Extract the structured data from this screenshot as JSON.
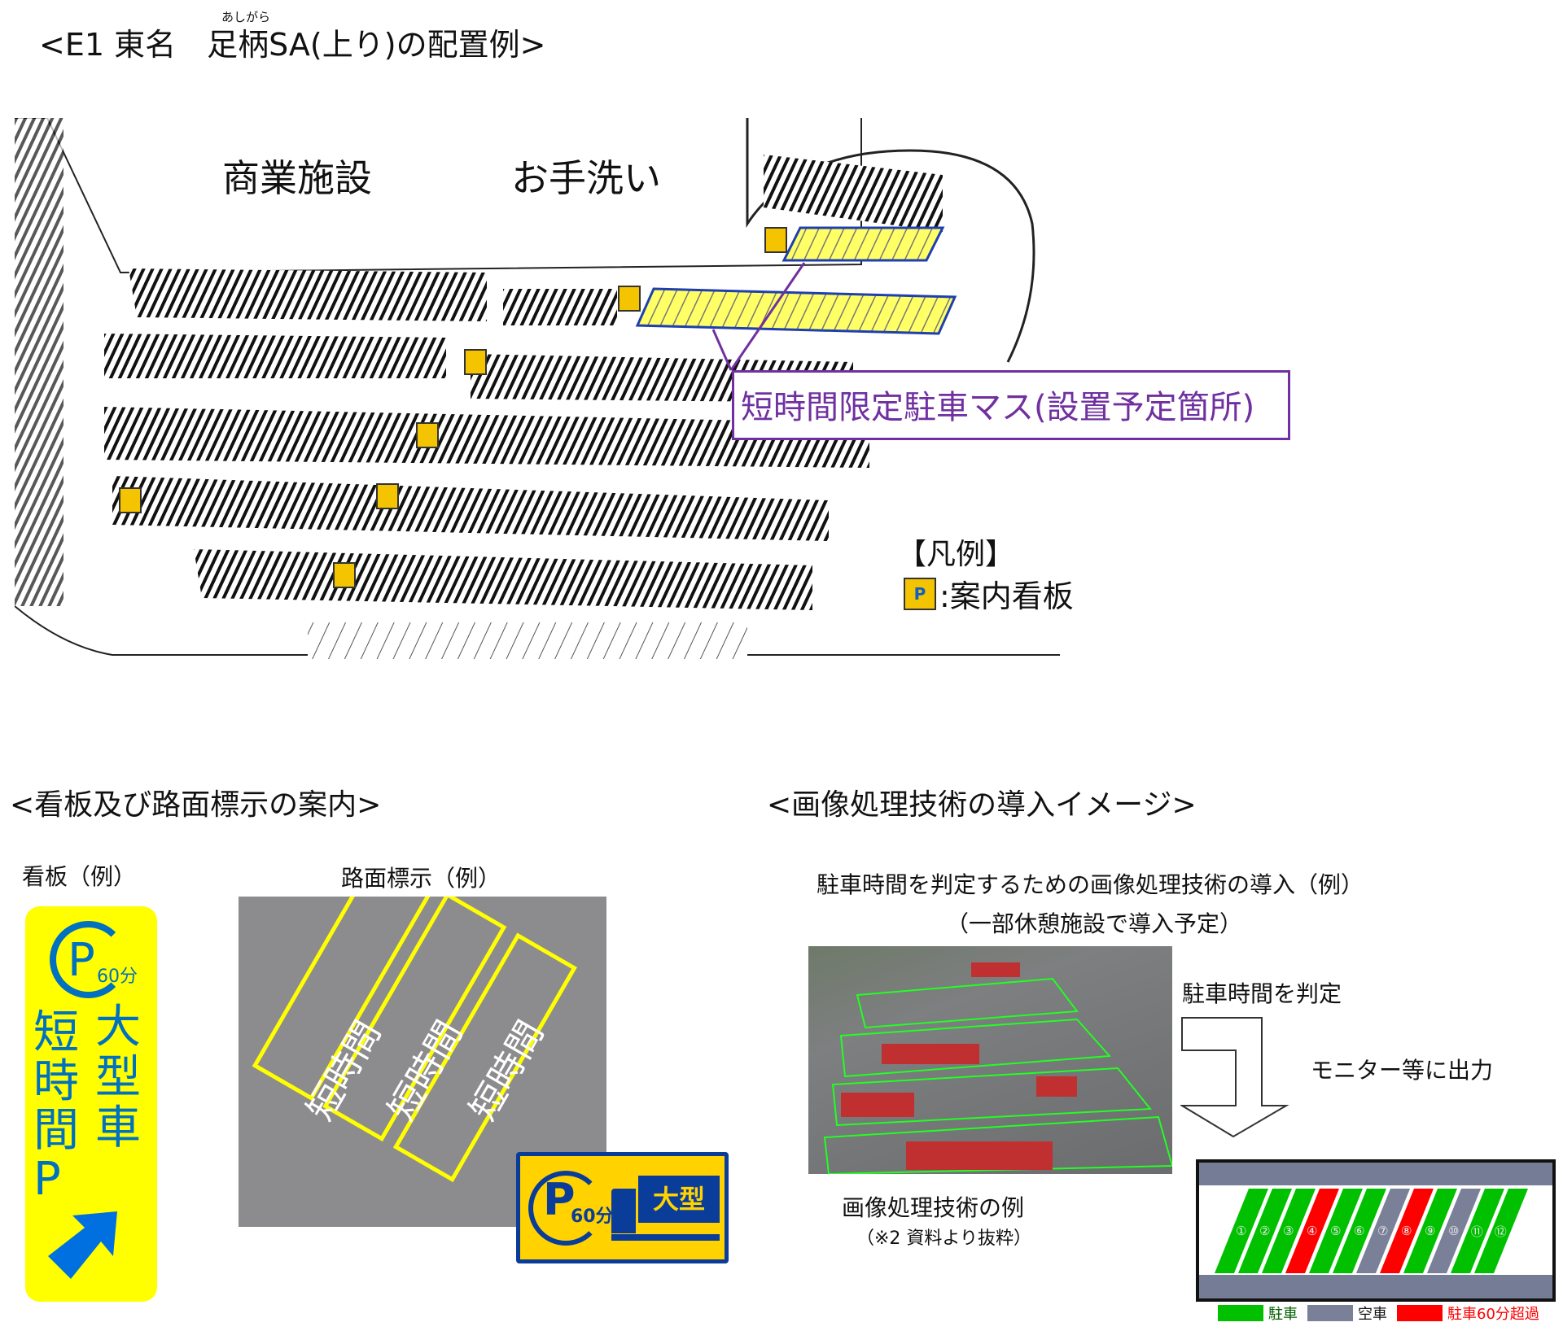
{
  "title": {
    "main": "<E1 東名　足柄SA(上り)の配置例>",
    "ruby": "あしがら"
  },
  "map": {
    "labels": {
      "commercial": "商業施設",
      "restroom": "お手洗い"
    },
    "callout": "短時間限定駐車マス(設置予定箇所)",
    "callout_color": "#7030a0",
    "highlight_color": "#ffff66",
    "legend": {
      "title": "【凡例】",
      "sign_label": ":案内看板",
      "sign_icon": "p60-sign-icon"
    }
  },
  "signage": {
    "heading": "<看板及び路面標示の案内>",
    "signboard": {
      "caption": "看板（例）",
      "p_label": "P",
      "minutes": "60分",
      "col_right": "大型車",
      "col_left": "短時間P",
      "arrow_icon": "arrow-up-right-icon",
      "bg": "#ffff00",
      "fg": "#0070c0"
    },
    "road_marking": {
      "caption": "路面標示（例）",
      "text": "短時間"
    },
    "truck_sign": {
      "p_label": "P",
      "minutes": "60分",
      "label": "大型"
    }
  },
  "image_processing": {
    "heading": "<画像処理技術の導入イメージ>",
    "subtitle": "駐車時間を判定するための画像処理技術の導入（例）",
    "note": "（一部休憩施設で導入予定）",
    "step1": "駐車時間を判定",
    "step2": "モニター等に出力",
    "photo_caption": "画像処理技術の例",
    "photo_source": "（※2 資料より抜粋）",
    "slots": [
      {
        "no": "①",
        "state": "parked"
      },
      {
        "no": "②",
        "state": "parked"
      },
      {
        "no": "③",
        "state": "parked"
      },
      {
        "no": "④",
        "state": "over"
      },
      {
        "no": "⑤",
        "state": "parked"
      },
      {
        "no": "⑥",
        "state": "parked"
      },
      {
        "no": "⑦",
        "state": "empty"
      },
      {
        "no": "⑧",
        "state": "over"
      },
      {
        "no": "⑨",
        "state": "parked"
      },
      {
        "no": "⑩",
        "state": "empty"
      },
      {
        "no": "⑪",
        "state": "parked"
      },
      {
        "no": "⑫",
        "state": "parked"
      }
    ],
    "legend": [
      {
        "label": "駐車",
        "color": "#00c000"
      },
      {
        "label": "空車",
        "color": "#7a8098"
      },
      {
        "label": "駐車60分超過",
        "color": "#ff0000"
      }
    ]
  }
}
